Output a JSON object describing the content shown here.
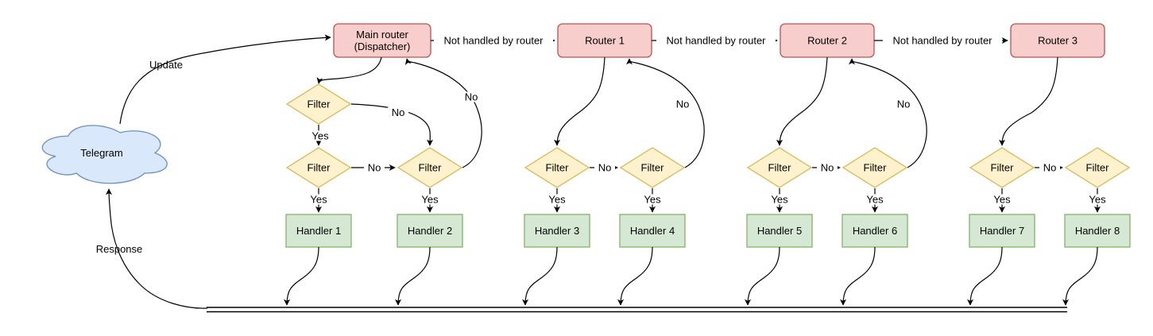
{
  "cloud": {
    "label": "Telegram"
  },
  "dispatcher": {
    "line1": "Main router",
    "line2": "(Dispatcher)"
  },
  "routers": [
    "Router 1",
    "Router 2",
    "Router 3"
  ],
  "handlers": [
    "Handler 1",
    "Handler 2",
    "Handler 3",
    "Handler 4",
    "Handler 5",
    "Handler 6",
    "Handler 7",
    "Handler 8"
  ],
  "labels": {
    "filter": "Filter",
    "yes": "Yes",
    "no": "No",
    "update": "Update",
    "response": "Response",
    "not_handled": "Not handled by router"
  },
  "colors": {
    "cloud_fill": "#dae8fc",
    "cloud_stroke": "#6c8ebf",
    "router_fill": "#f8cecc",
    "router_stroke": "#b85450",
    "filter_fill": "#fff2cc",
    "filter_stroke": "#d6b656",
    "handler_fill": "#d5e8d4",
    "handler_stroke": "#82b366",
    "edge": "#000000",
    "text": "#000000",
    "background": "#ffffff"
  }
}
